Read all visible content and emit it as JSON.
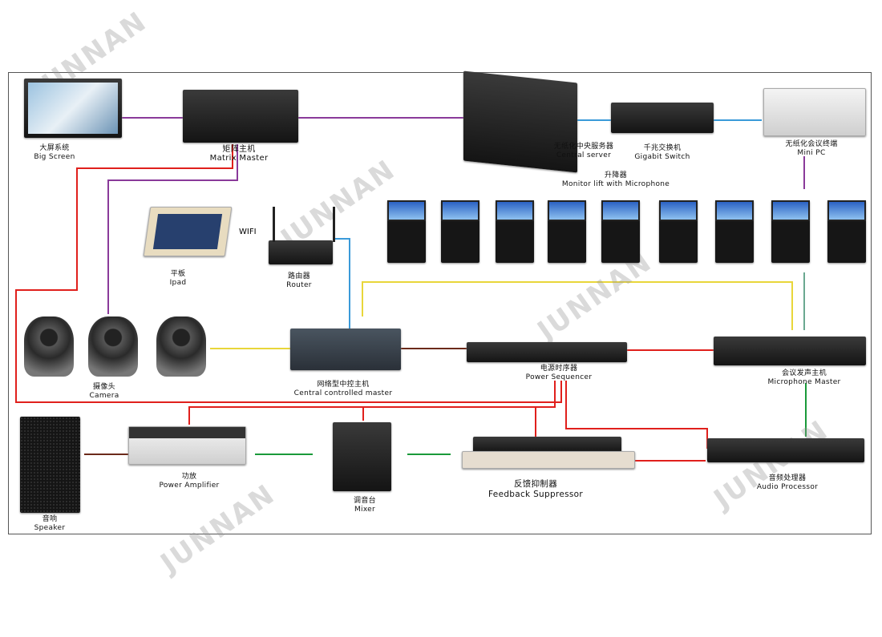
{
  "watermark": "JUNNAN",
  "wifi_label": "WIFI",
  "devices": {
    "big_screen": {
      "zh": "大屏系统",
      "en": "Big Screen"
    },
    "matrix_master": {
      "zh": "矩阵主机",
      "en": "Matrix Master"
    },
    "central_server": {
      "zh": "无纸化中央服务器",
      "en": "Central server"
    },
    "gigabit_switch": {
      "zh": "千兆交换机",
      "en": "Gigabit Switch"
    },
    "mini_pc": {
      "zh": "无纸化会议终端",
      "en": "Mini PC"
    },
    "monitor_lift": {
      "zh": "升降器",
      "en": "Monitor lift with Microphone"
    },
    "ipad": {
      "zh": "平板",
      "en": "Ipad"
    },
    "router": {
      "zh": "路由器",
      "en": "Router"
    },
    "camera": {
      "zh": "摄像头",
      "en": "Camera"
    },
    "central_controlled_master": {
      "zh": "网络型中控主机",
      "en": "Central controlled master"
    },
    "power_sequencer": {
      "zh": "电源时序器",
      "en": "Power Sequencer"
    },
    "microphone_master": {
      "zh": "会议发声主机",
      "en": "Microphone Master"
    },
    "speaker": {
      "zh": "音响",
      "en": "Speaker"
    },
    "power_amplifier": {
      "zh": "功放",
      "en": "Power Amplifier"
    },
    "mixer": {
      "zh": "调音台",
      "en": "Mixer"
    },
    "feedback_suppressor": {
      "zh": "反馈抑制器",
      "en": "Feedback Suppressor"
    },
    "audio_processor": {
      "zh": "音频处理器",
      "en": "Audio Processor"
    }
  },
  "colors": {
    "video": "#8a3a9a",
    "power": "#e0201c",
    "network": "#3a9ad9",
    "control": "#e8d63a",
    "audio": "#1a9a3a",
    "speaker_cable": "#6b2a1a"
  }
}
